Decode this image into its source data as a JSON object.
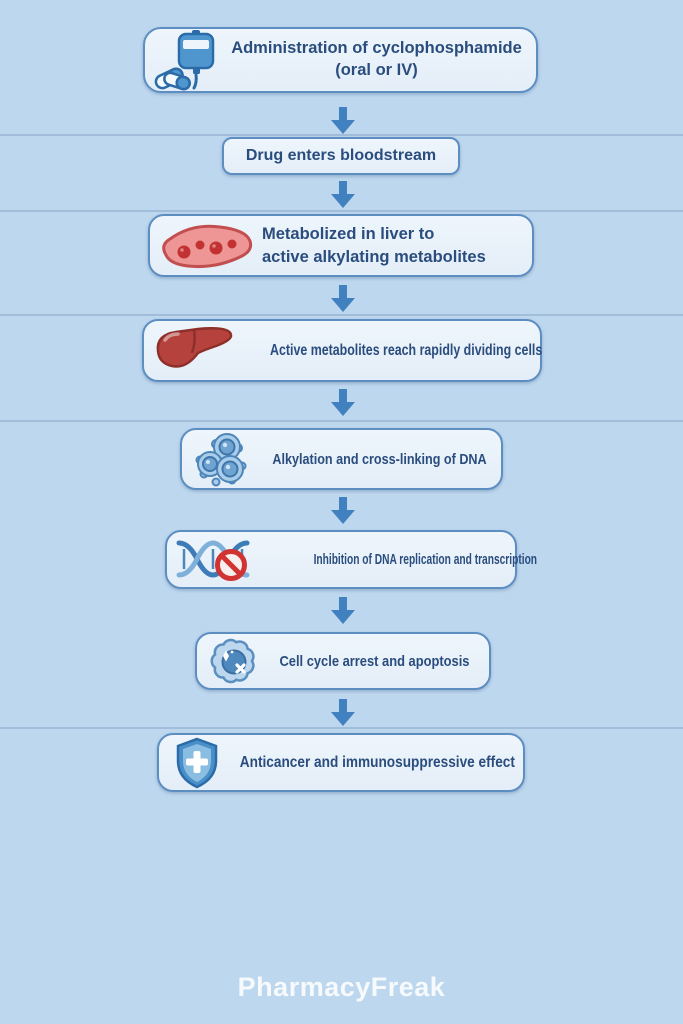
{
  "colors": {
    "background": "#bdd7ee",
    "box_fill": "#eaf2fa",
    "box_border": "#5d8ec2",
    "text": "#2a4d7e",
    "arrow": "#4181c0",
    "red_accent": "#c23b3b"
  },
  "watermark": "PharmacyFreak",
  "steps": [
    {
      "icon": "iv-bag-and-pills-icon",
      "line1": "Administration of cyclophosphamide",
      "line2": "(oral or IV)"
    },
    {
      "icon": "",
      "line1": "Drug enters bloodstream",
      "line2": ""
    },
    {
      "icon": "blood-vessel-icon",
      "line1": "Metabolized in liver to",
      "line2": "active alkylating metabolites"
    },
    {
      "icon": "liver-icon",
      "line1": "Active metabolites reach rapidly dividing cells",
      "line2": ""
    },
    {
      "icon": "cancer-cells-icon",
      "line1": "Alkylation and cross-linking of DNA",
      "line2": ""
    },
    {
      "icon": "dna-blocked-icon",
      "line1": "Inhibition of DNA replication and transcription",
      "line2": ""
    },
    {
      "icon": "apoptotic-cell-icon",
      "line1": "Cell cycle arrest and apoptosis",
      "line2": ""
    },
    {
      "icon": "shield-cross-icon",
      "line1": "Anticancer and immunosuppressive effect",
      "line2": ""
    }
  ]
}
